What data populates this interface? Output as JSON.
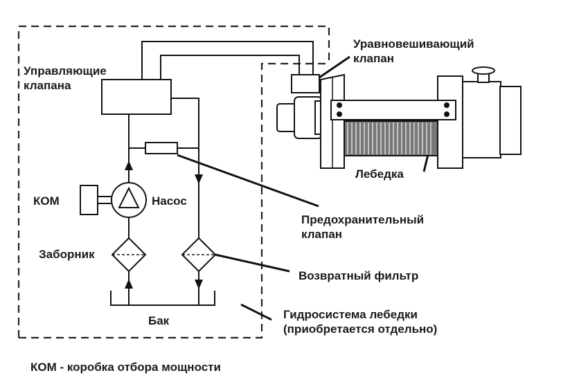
{
  "labels": {
    "control_valve": "Управляющие\nклапана",
    "balance_valve": "Уравновешивающий\nклапан",
    "winch": "Лебедка",
    "pto": "КОМ",
    "pump": "Насос",
    "relief_valve": "Предохранительный\nклапан",
    "intake": "Заборник",
    "return_filter": "Возвратный фильтр",
    "tank": "Бак",
    "hydraulic_system": "Гидросистема лебедки\n(приобретается отдельно)"
  },
  "footnote": "КОМ - коробка отбора мощности",
  "colors": {
    "line": "#111111",
    "winch_body": "#ffffff",
    "cable": "#555555"
  }
}
